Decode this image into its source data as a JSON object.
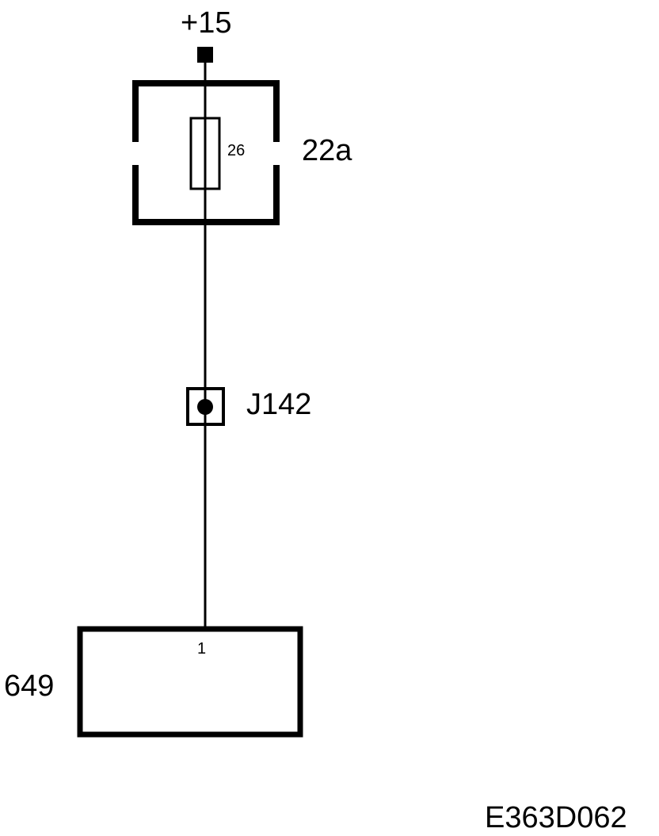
{
  "supply": {
    "label": "+15"
  },
  "fuse_box": {
    "label": "22a",
    "fuse_number": "26"
  },
  "junction": {
    "label": "J142"
  },
  "component": {
    "label": "649",
    "pin_label": "1"
  },
  "figure_code": "E363D062",
  "colors": {
    "ink": "#000000",
    "background": "#ffffff"
  }
}
